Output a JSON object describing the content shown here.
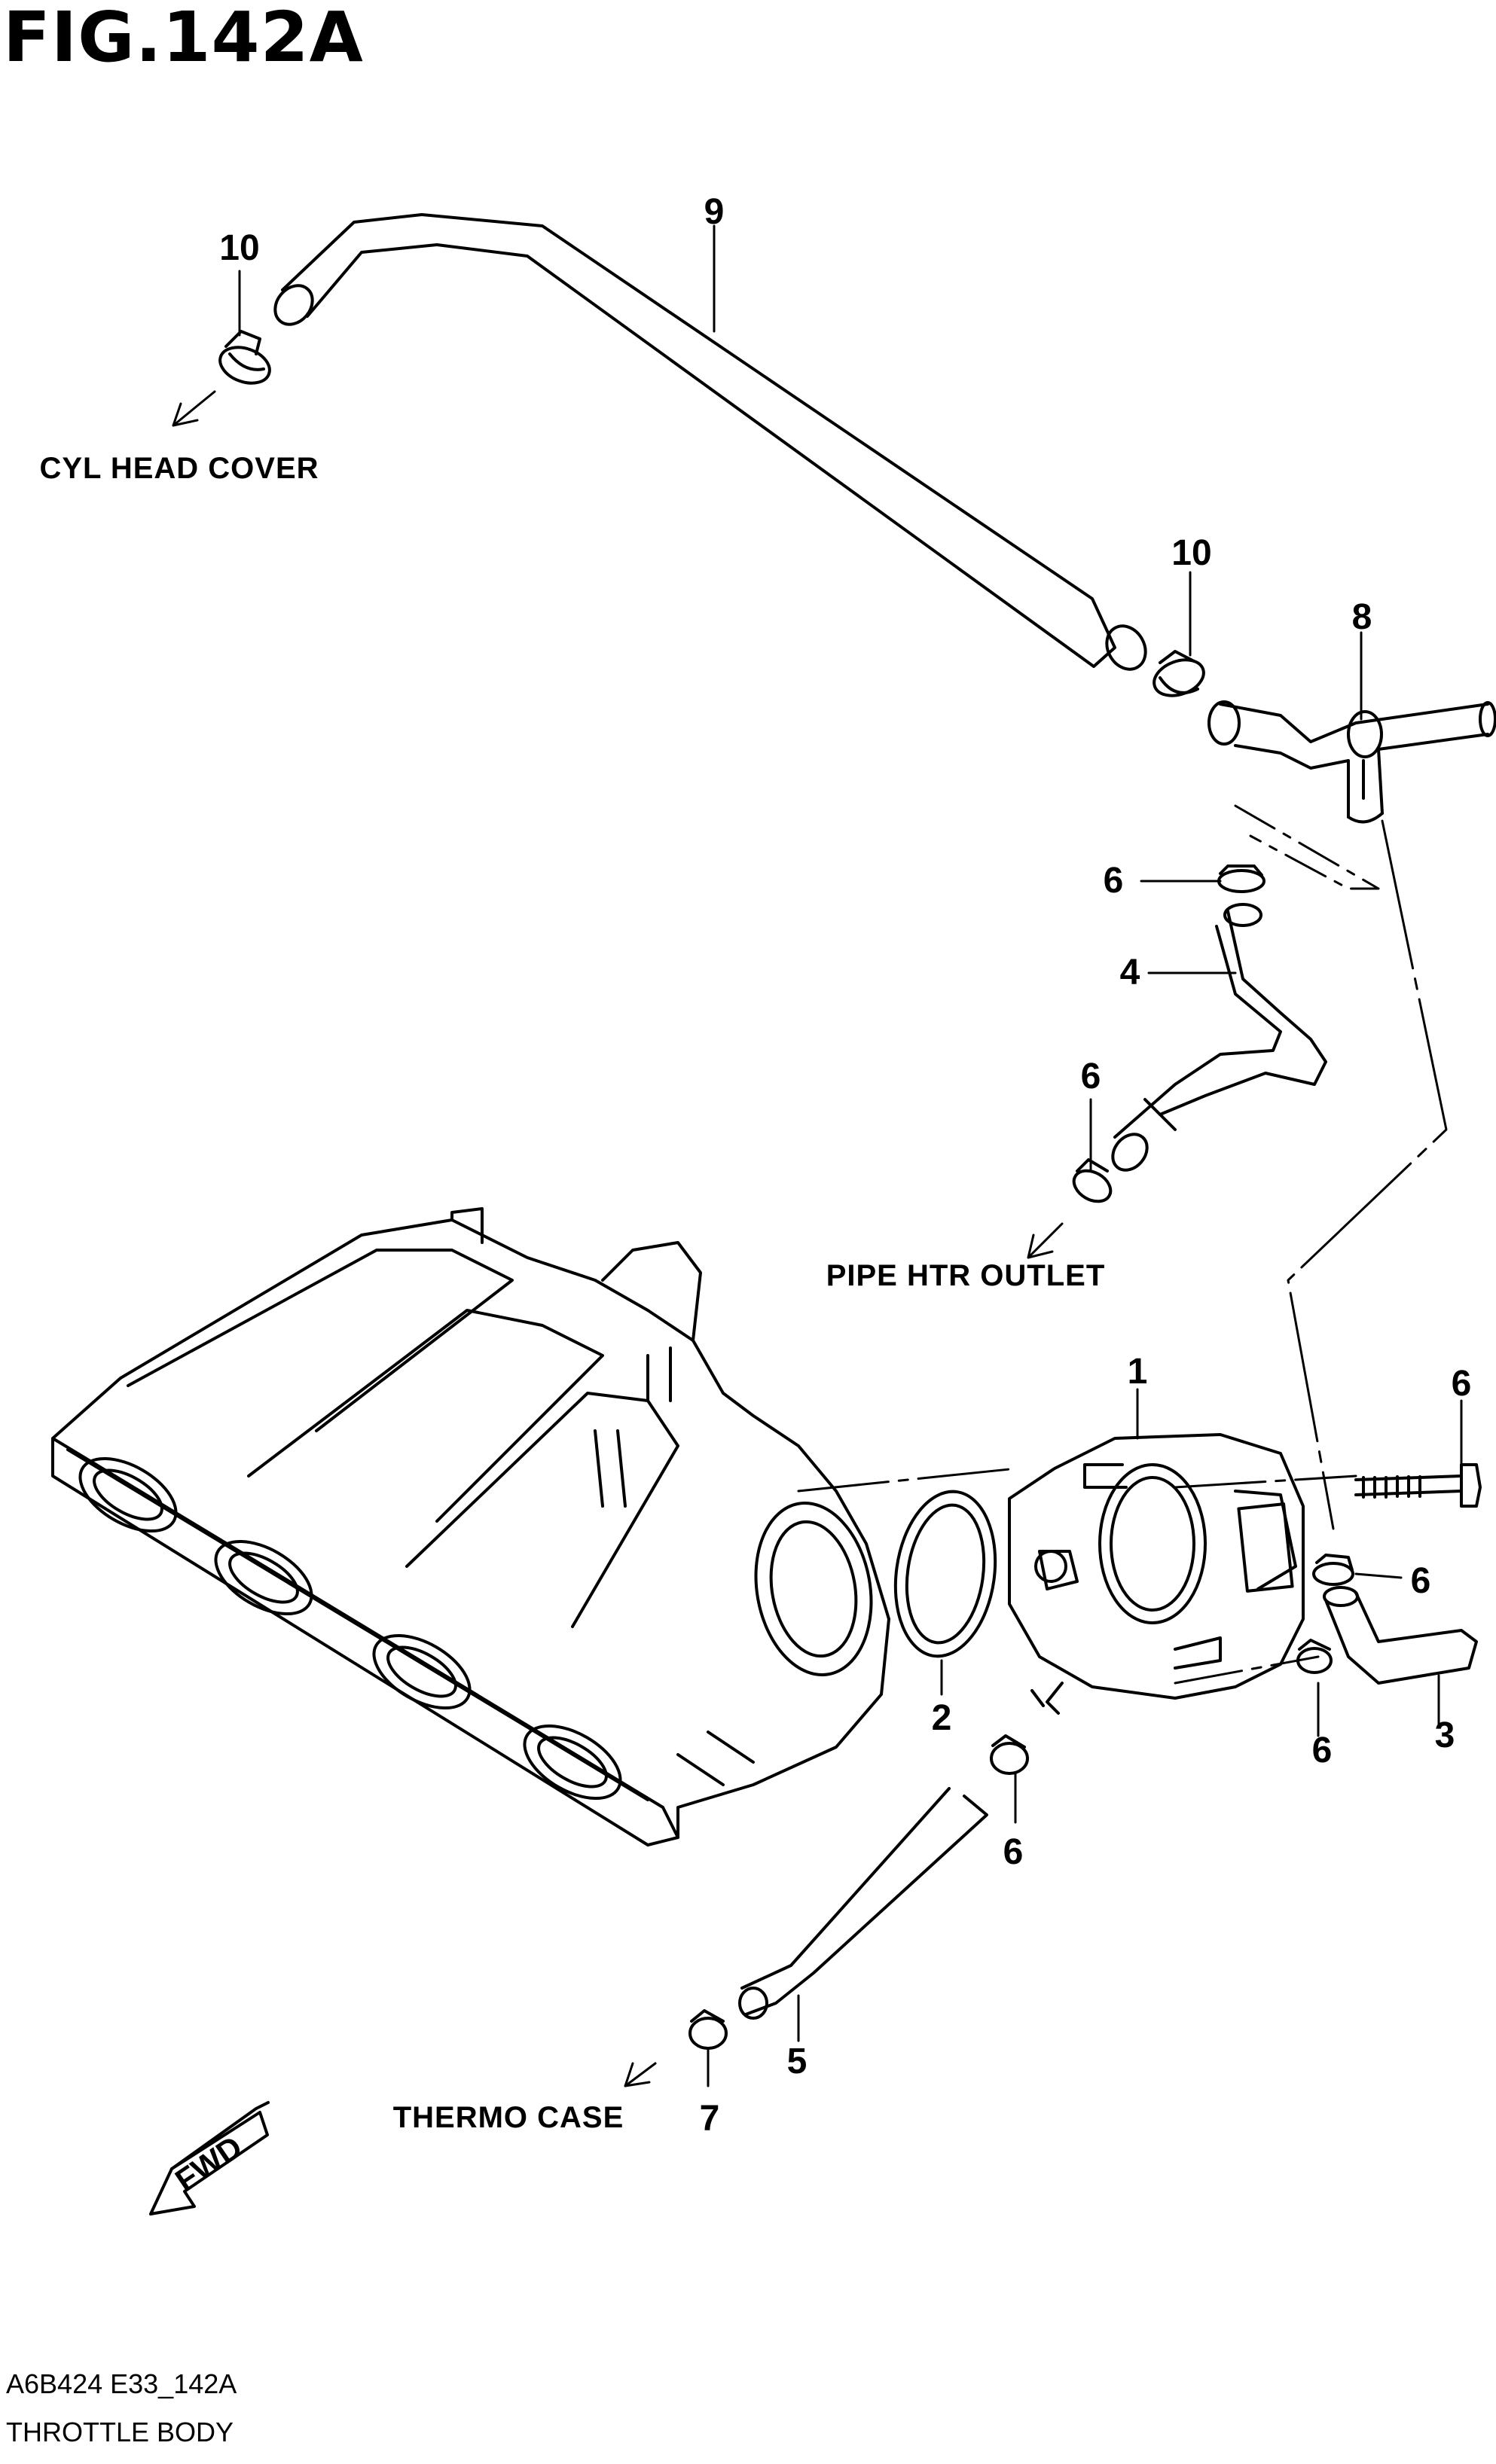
{
  "figure": {
    "title": "FIG.142A",
    "code": "A6B424 E33_142A",
    "name": "THROTTLE BODY"
  },
  "callouts": [
    {
      "id": "1",
      "text": "1"
    },
    {
      "id": "2",
      "text": "2"
    },
    {
      "id": "3",
      "text": "3"
    },
    {
      "id": "4",
      "text": "4"
    },
    {
      "id": "5",
      "text": "5"
    },
    {
      "id": "6a",
      "text": "6"
    },
    {
      "id": "6b",
      "text": "6"
    },
    {
      "id": "6c",
      "text": "6"
    },
    {
      "id": "6d",
      "text": "6"
    },
    {
      "id": "6e",
      "text": "6"
    },
    {
      "id": "6f",
      "text": "6"
    },
    {
      "id": "7",
      "text": "7"
    },
    {
      "id": "8",
      "text": "8"
    },
    {
      "id": "9",
      "text": "9"
    },
    {
      "id": "10a",
      "text": "10"
    },
    {
      "id": "10b",
      "text": "10"
    }
  ],
  "notes": {
    "cyl_head_cover": "CYL HEAD COVER",
    "pipe_htr_outlet": "PIPE HTR OUTLET",
    "thermo_case": "THERMO CASE",
    "fwd": "FWD"
  },
  "colors": {
    "line": "#000000",
    "background": "#ffffff"
  }
}
